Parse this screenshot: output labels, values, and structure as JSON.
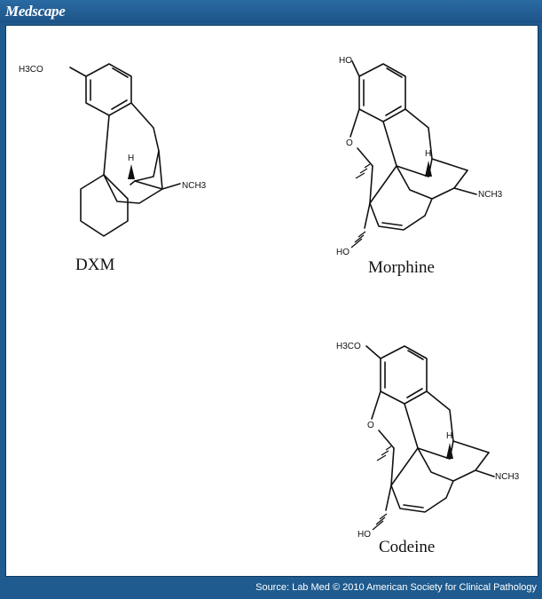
{
  "header": {
    "brand": "Medscape"
  },
  "footer": {
    "source": "Source: Lab Med © 2010 American Society for Clinical Pathology"
  },
  "molecules": {
    "dxm": {
      "name": "DXM",
      "substituent": "H3CO",
      "amine": "NCH3",
      "h": "H"
    },
    "morphine": {
      "name": "Morphine",
      "top": "HO",
      "bottom": "HO",
      "ring_o": "O",
      "amine": "NCH3",
      "h": "H"
    },
    "codeine": {
      "name": "Codeine",
      "top": "H3CO",
      "bottom": "HO",
      "ring_o": "O",
      "amine": "NCH3",
      "h": "H"
    }
  }
}
